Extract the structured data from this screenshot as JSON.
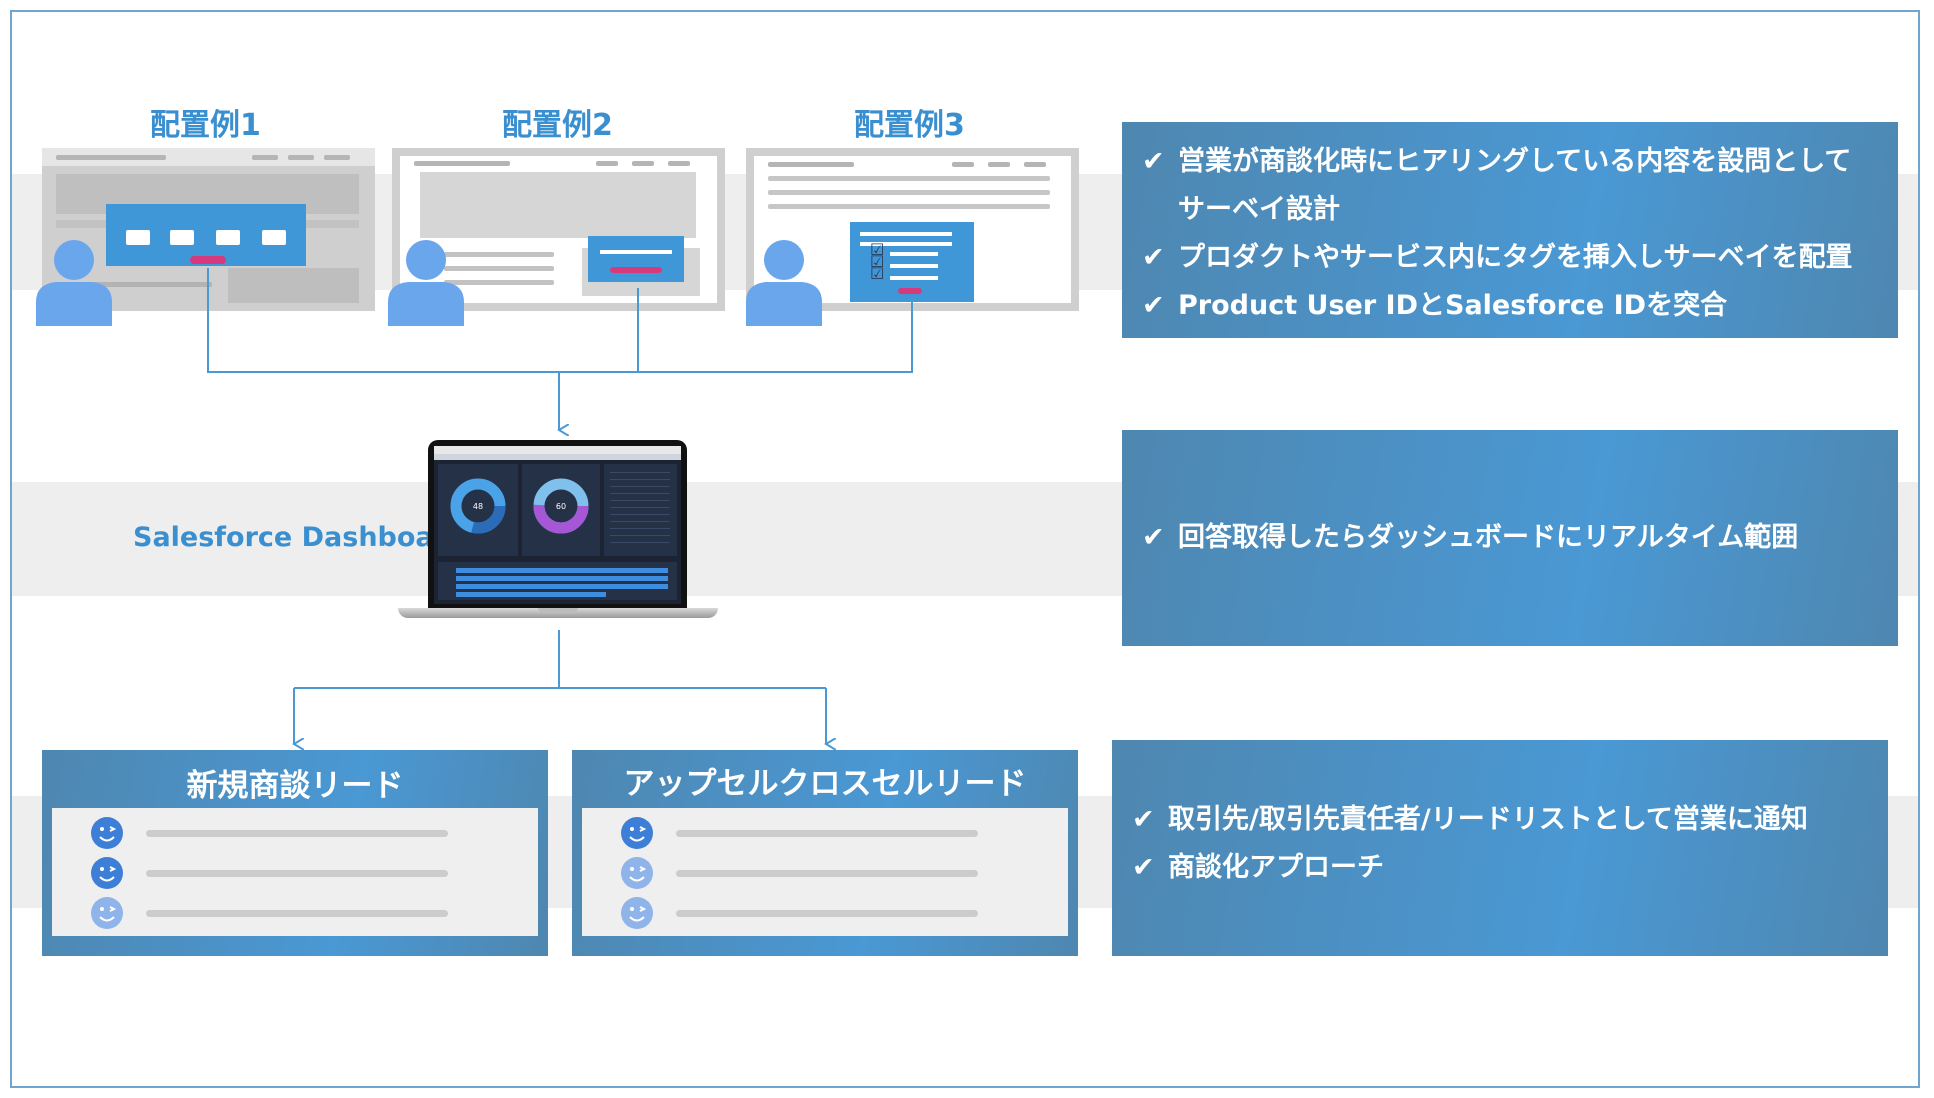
{
  "placements": [
    {
      "label": "配置例1"
    },
    {
      "label": "配置例2"
    },
    {
      "label": "配置例3"
    }
  ],
  "dashboard": {
    "label": "Salesforce Dashboard",
    "donut1_value": "48",
    "donut2_value": "60"
  },
  "panels": {
    "survey": {
      "check_symbol": "✔",
      "lines": [
        "営業が商談化時にヒアリングしている内容を設問として",
        "サーベイ設計",
        "プロダクトやサービス内にタグを挿入しサーベイを配置",
        "Product User IDとSalesforce IDを突合"
      ]
    },
    "realtime": {
      "check_symbol": "✔",
      "lines": [
        "回答取得したらダッシュボードにリアルタイム範囲"
      ]
    },
    "notify": {
      "check_symbol": "✔",
      "lines": [
        "取引先/取引先責任者/リードリストとして営業に通知",
        "商談化アプローチ"
      ]
    }
  },
  "leads": [
    {
      "title": "新規商談リード"
    },
    {
      "title": "アップセルクロスセルリード"
    }
  ],
  "colors": {
    "accent_text": "#3a8fd0",
    "panel": "#4a8fc4",
    "connector": "#4a98d4",
    "survey_bar": "#d63a7c",
    "smile_dark": "#3d7fd6",
    "smile_light": "#8fb4ea",
    "frame": "#6fa5cf"
  }
}
